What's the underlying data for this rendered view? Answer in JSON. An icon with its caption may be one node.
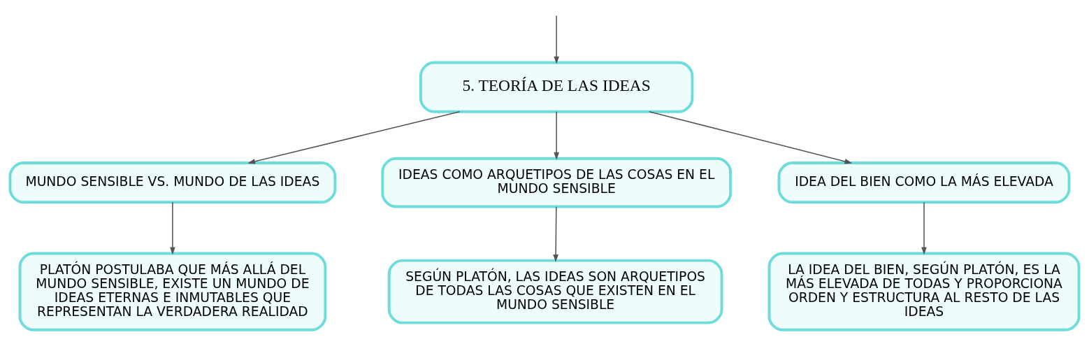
{
  "diagram": {
    "nodes": [
      {
        "text": [
          "5. TEORÍA DE LAS IDEAS"
        ]
      },
      {
        "text": [
          "MUNDO SENSIBLE VS. MUNDO DE LAS IDEAS"
        ]
      },
      {
        "text": [
          "IDEAS COMO ARQUETIPOS DE LAS COSAS EN EL MUNDO SENSIBLE"
        ]
      },
      {
        "text": [
          "IDEA DEL BIEN COMO LA MÁS ELEVADA"
        ]
      },
      {
        "text": [
          "PLATÓN POSTULABA QUE MÁS ALLÁ DEL MUNDO SENSIBLE, EXISTE UN MUNDO DE IDEAS ETERNAS E INMUTABLES QUE REPRESENTAN LA VERDADERA REALIDAD"
        ]
      },
      {
        "text": [
          "SEGÚN PLATÓN, LAS IDEAS SON ARQUETIPOS DE TODAS LAS COSAS QUE EXISTEN EN EL MUNDO SENSIBLE"
        ]
      },
      {
        "text": [
          "LA IDEA DEL BIEN, SEGÚN PLATÓN, ES LA MÁS ELEVADA DE TODAS Y PROPORCIONA ORDEN Y ESTRUCTURA AL RESTO DE LAS IDEAS"
        ]
      }
    ],
    "edges": [
      {
        "from": null,
        "to": 0,
        "arrow": "to"
      },
      {
        "from": 0,
        "to": 1,
        "arrow": "to"
      },
      {
        "from": 0,
        "to": 2,
        "arrow": "to"
      },
      {
        "from": 0,
        "to": 3,
        "arrow": "to"
      },
      {
        "from": 1,
        "to": 4,
        "arrow": "to"
      },
      {
        "from": 2,
        "to": 5,
        "arrow": "to"
      },
      {
        "from": 3,
        "to": 6,
        "arrow": "to"
      }
    ]
  }
}
